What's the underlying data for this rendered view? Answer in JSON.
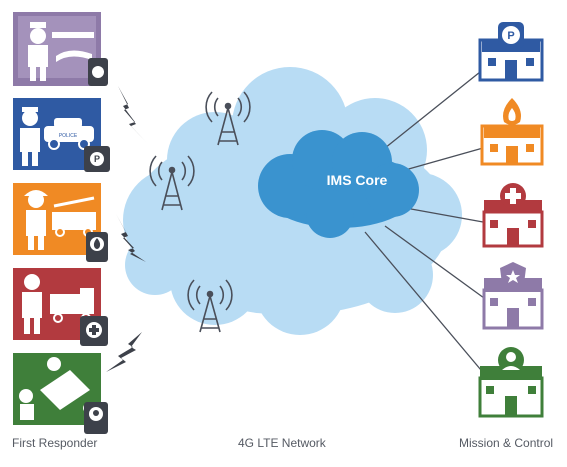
{
  "labels": {
    "first_responder": "First Responder",
    "network": "4G LTE Network",
    "mission": "Mission & Control",
    "core": "IMS Core"
  },
  "tiles": [
    {
      "name": "detective",
      "color": "#8e7aa8",
      "icon": "shield-heart-icon"
    },
    {
      "name": "police",
      "color": "#2f5aa3",
      "icon": "police-p-icon",
      "text": "POLICE"
    },
    {
      "name": "firefighter",
      "color": "#f08a24",
      "icon": "flame-icon"
    },
    {
      "name": "paramedic",
      "color": "#b23a3f",
      "icon": "medical-cross-icon"
    },
    {
      "name": "rescue",
      "color": "#3f7f3a",
      "icon": "headset-icon"
    }
  ],
  "buildings": [
    {
      "name": "police-station",
      "color": "#2f5aa3",
      "icon": "police-p-icon"
    },
    {
      "name": "fire-station",
      "color": "#f08a24",
      "icon": "flame-icon"
    },
    {
      "name": "hospital",
      "color": "#b23a3f",
      "icon": "medical-cross-icon"
    },
    {
      "name": "security-hq",
      "color": "#8e7aa8",
      "icon": "shield-icon"
    },
    {
      "name": "dispatch-center",
      "color": "#3f7f3a",
      "icon": "headset-icon"
    }
  ],
  "colors": {
    "cloud": "#b8dcf4",
    "core": "#3a93cf",
    "line": "#4a4f5a",
    "tower": "#4a4f5a"
  }
}
